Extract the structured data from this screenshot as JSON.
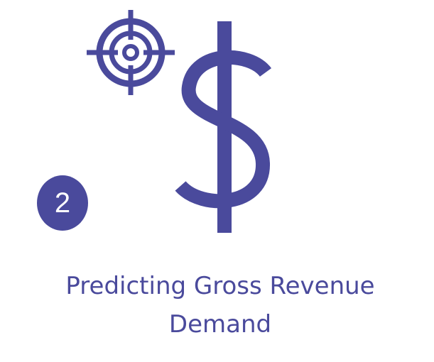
{
  "colors": {
    "accent": "#4a4a9c",
    "background": "#ffffff",
    "badge_text": "#ffffff"
  },
  "icons": {
    "target": "target-icon",
    "dollar": "dollar-sign-icon"
  },
  "badge": {
    "number": "2"
  },
  "caption": {
    "line1": "Predicting Gross Revenue",
    "line2": "Demand"
  }
}
